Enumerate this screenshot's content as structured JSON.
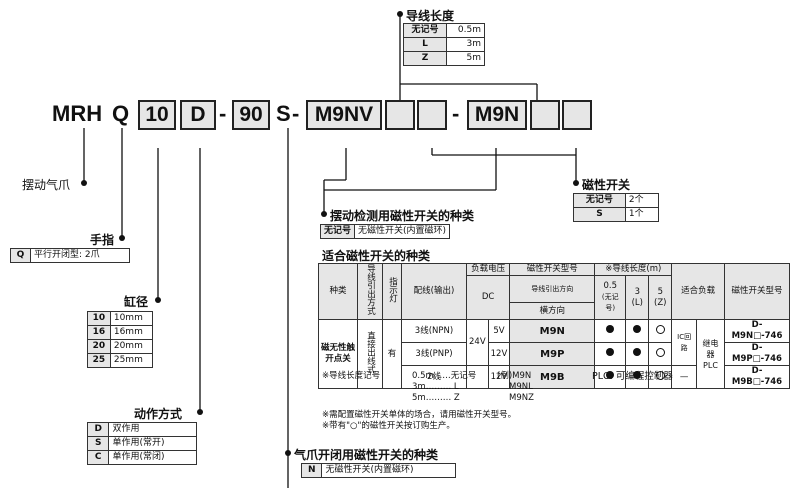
{
  "model": {
    "prefix": "MRH",
    "finger": "Q",
    "bore": "10",
    "action": "D",
    "dash1": "-",
    "angle": "90",
    "s": "S",
    "dash2": "-",
    "switch1": "M9NV",
    "dash3": "-",
    "switch2": "M9N"
  },
  "lead_length": {
    "title": "导线长度",
    "rows": [
      [
        "无记号",
        "0.5m"
      ],
      [
        "L",
        "3m"
      ],
      [
        "Z",
        "5m"
      ]
    ]
  },
  "swing_gripper": {
    "title": "摆动气爪"
  },
  "finger": {
    "title": "手指",
    "rows": [
      [
        "Q",
        "平行开闭型: 2爪"
      ]
    ]
  },
  "bore": {
    "title": "缸径",
    "rows": [
      [
        "10",
        "10mm"
      ],
      [
        "16",
        "16mm"
      ],
      [
        "20",
        "20mm"
      ],
      [
        "25",
        "25mm"
      ]
    ]
  },
  "action": {
    "title": "动作方式",
    "rows": [
      [
        "D",
        "双作用"
      ],
      [
        "S",
        "单作用(常开)"
      ],
      [
        "C",
        "单作用(常闭)"
      ]
    ]
  },
  "switch_qty": {
    "title": "磁性开关",
    "rows": [
      [
        "无记号",
        "2个"
      ],
      [
        "S",
        "1个"
      ]
    ]
  },
  "swing_switch": {
    "title": "摆动检测用磁性开关的种类",
    "rows": [
      [
        "无记号",
        "无磁性开关(内置磁环)"
      ]
    ]
  },
  "gripper_switch": {
    "title": "气爪开闭用磁性开关的种类",
    "rows": [
      [
        "N",
        "无磁性开关(内置磁环)"
      ]
    ]
  },
  "applicable": {
    "title": "适合磁性开关的种类",
    "headers": {
      "type": "种类",
      "lead_exit": "导线引出方式",
      "indicator": "指示灯",
      "wiring": "配线(输出)",
      "voltage": "负载电压",
      "dc": "DC",
      "model": "磁性开关型号",
      "lead_dir": "导线引出方向",
      "horizontal": "横方向",
      "lead_len": "※导线长度(m)",
      "l05": "0.5",
      "l05s": "(无记号)",
      "l3": "3",
      "l3s": "(L)",
      "l5": "5",
      "l5s": "(Z)",
      "load": "适合负载",
      "part": "磁性开关型号"
    },
    "type_label": "磁无性触开点关",
    "exit_label": "直接出线式",
    "indicator_val": "有",
    "v24": "24V",
    "ic": "IC回路",
    "relay": "继电器",
    "plc": "PLC",
    "rows": [
      {
        "wiring": "3线(NPN)",
        "volt": "5V",
        "model": "M9N",
        "part": "D-M9N□-746"
      },
      {
        "wiring": "3线(PNP)",
        "volt": "12V",
        "model": "M9P",
        "part": "D-M9P□-746"
      },
      {
        "wiring": "2线",
        "volt": "12V",
        "model": "M9B",
        "part": "D-M9B□-746"
      }
    ],
    "dash": "—"
  },
  "notes": {
    "lead_code": "※导线长度记号",
    "l1": "0.5m……无记号",
    "l2": "3m……… L",
    "l3": "5m……… Z",
    "ex1": "(例)M9N",
    "ex2": "M9NL",
    "ex3": "M9NZ",
    "plc": "PLC: 可编程控制器",
    "n1": "※需配置磁性开关单体的场合，请用磁性开关型号。",
    "n2": "※带有\"○\"的磁性开关按订购生产。"
  }
}
